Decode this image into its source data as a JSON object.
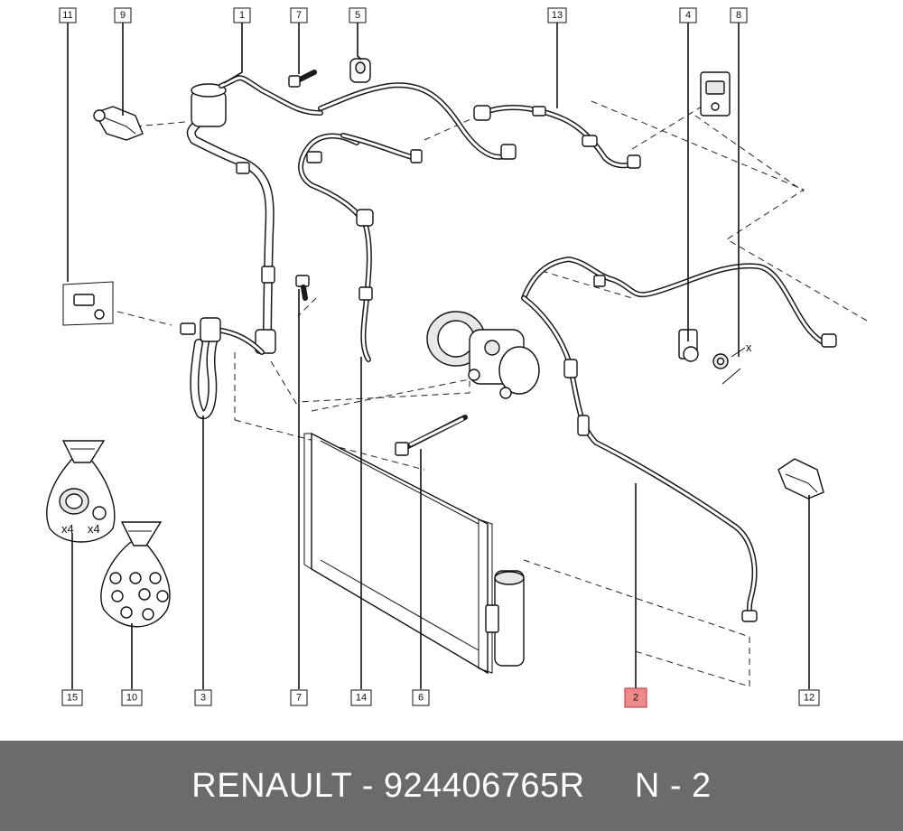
{
  "callouts": {
    "c1": "1",
    "c2": "2",
    "c3": "3",
    "c4": "4",
    "c5": "5",
    "c6": "6",
    "c7a": "7",
    "c7b": "7",
    "c8": "8",
    "c9": "9",
    "c10": "10",
    "c11": "11",
    "c12": "12",
    "c13": "13",
    "c14": "14",
    "c15": "15"
  },
  "highlight_callout": "2",
  "annotations": {
    "qty_a": "x4",
    "qty_b": "x4",
    "dim_x": "x"
  },
  "footer": {
    "text": "RENAULT - 924406765R     N - 2"
  },
  "colors": {
    "footer_bg": "#6b6b6b",
    "highlight": "#f08a8a",
    "line": "#111111"
  }
}
